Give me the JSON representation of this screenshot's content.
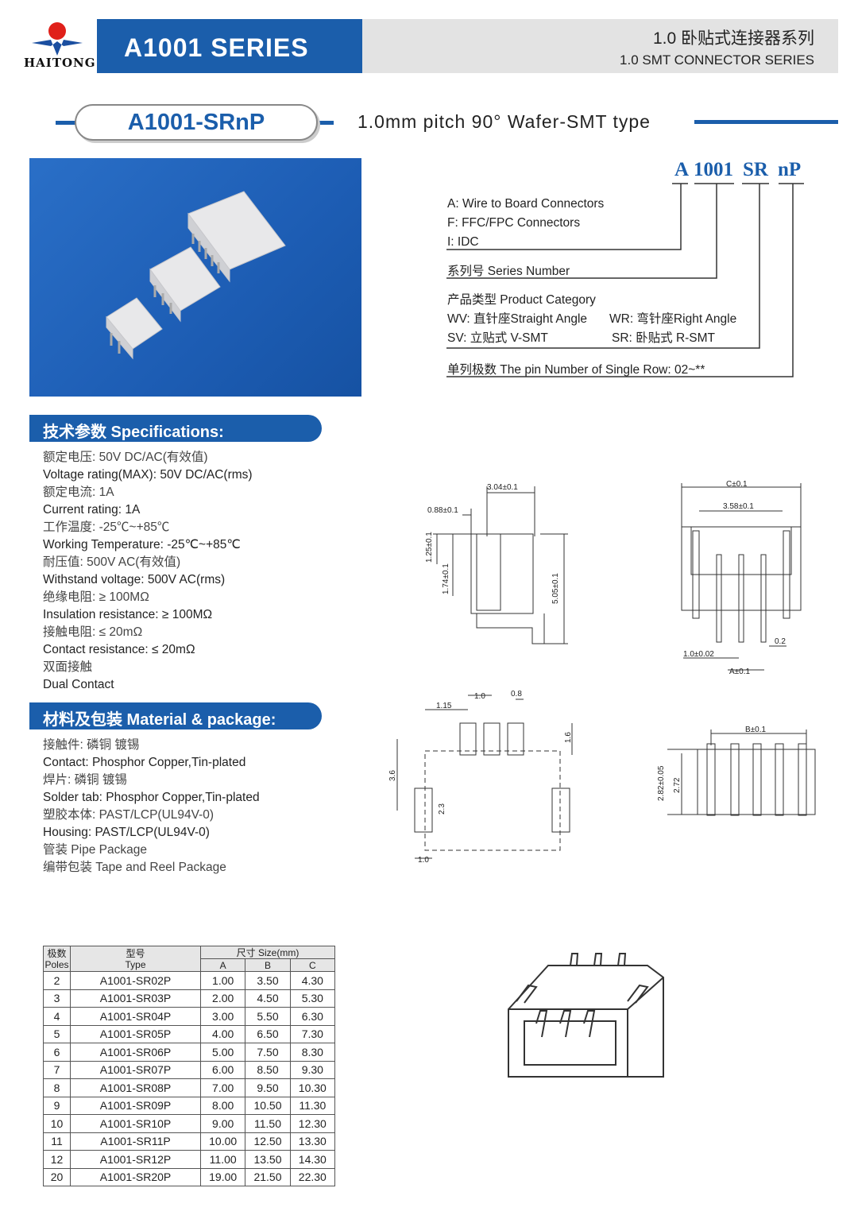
{
  "header": {
    "brand": "HAITONG",
    "series": "A1001 SERIES",
    "title_zh": "1.0 卧贴式连接器系列",
    "title_en": "1.0 SMT CONNECTOR SERIES"
  },
  "model": {
    "name": "A1001-SRnP",
    "subtitle": "1.0mm pitch 90°  Wafer-SMT type"
  },
  "code": {
    "parts": [
      "A",
      "1001",
      "SR",
      "nP"
    ],
    "lines": [
      "A: Wire to Board Connectors",
      "F: FFC/FPC Connectors",
      "I: IDC"
    ],
    "series": "系列号 Series Number",
    "category": "产品类型 Product Category",
    "types": [
      "WV: 直针座Straight Angle",
      "WR: 弯针座Right Angle",
      "SV: 立贴式 V-SMT",
      "SR: 卧贴式 R-SMT"
    ],
    "pins": "单列极数 The pin Number of Single Row: 02~**"
  },
  "specs": {
    "title": "技术参数 Specifications:",
    "lines": [
      "额定电压: 50V DC/AC(有效值)",
      "Voltage rating(MAX): 50V DC/AC(rms)",
      "额定电流: 1A",
      "Current rating: 1A",
      "工作温度: -25℃~+85℃",
      "Working Temperature: -25℃~+85℃",
      "耐压值: 500V AC(有效值)",
      "Withstand voltage: 500V AC(rms)",
      "绝缘电阻: ≥ 100MΩ",
      "Insulation resistance: ≥ 100MΩ",
      "接触电阻: ≤ 20mΩ",
      "Contact resistance: ≤ 20mΩ",
      "双面接触",
      "Dual Contact"
    ]
  },
  "material": {
    "title": "材料及包装 Material & package:",
    "lines": [
      "接触件: 磷铜 镀锡",
      "Contact: Phosphor Copper,Tin-plated",
      "焊片: 磷铜 镀锡",
      "Solder  tab: Phosphor Copper,Tin-plated",
      "塑胶本体: PAST/LCP(UL94V-0)",
      "Housing: PAST/LCP(UL94V-0)",
      "管装 Pipe Package",
      "编带包装 Tape and Reel Package"
    ]
  },
  "dims": {
    "side": [
      "3.04±0.1",
      "0.88±0.1",
      "1.25±0.1",
      "1.74±0.1",
      "5.05±0.1"
    ],
    "front": [
      "C±0.1",
      "3.58±0.1",
      "0.2",
      "1.0±0.02",
      "A±0.1"
    ],
    "pcb": [
      "1.15",
      "1.0",
      "0.8",
      "1.6",
      "3.6",
      "2.3",
      "1.0"
    ],
    "top": [
      "B±0.1",
      "2.82±0.05",
      "2.72"
    ]
  },
  "table": {
    "h_poles": "极数\nPoles",
    "h_poles_zh": "极数",
    "h_poles_en": "Poles",
    "h_type_zh": "型号",
    "h_type_en": "Type",
    "h_size": "尺寸 Size(mm)",
    "h_a": "A",
    "h_b": "B",
    "h_c": "C",
    "rows": [
      [
        "2",
        "A1001-SR02P",
        "1.00",
        "3.50",
        "4.30"
      ],
      [
        "3",
        "A1001-SR03P",
        "2.00",
        "4.50",
        "5.30"
      ],
      [
        "4",
        "A1001-SR04P",
        "3.00",
        "5.50",
        "6.30"
      ],
      [
        "5",
        "A1001-SR05P",
        "4.00",
        "6.50",
        "7.30"
      ],
      [
        "6",
        "A1001-SR06P",
        "5.00",
        "7.50",
        "8.30"
      ],
      [
        "7",
        "A1001-SR07P",
        "6.00",
        "8.50",
        "9.30"
      ],
      [
        "8",
        "A1001-SR08P",
        "7.00",
        "9.50",
        "10.30"
      ],
      [
        "9",
        "A1001-SR09P",
        "8.00",
        "10.50",
        "11.30"
      ],
      [
        "10",
        "A1001-SR10P",
        "9.00",
        "11.50",
        "12.30"
      ],
      [
        "11",
        "A1001-SR11P",
        "10.00",
        "12.50",
        "13.30"
      ],
      [
        "12",
        "A1001-SR12P",
        "11.00",
        "13.50",
        "14.30"
      ],
      [
        "20",
        "A1001-SR20P",
        "19.00",
        "21.50",
        "22.30"
      ]
    ]
  }
}
